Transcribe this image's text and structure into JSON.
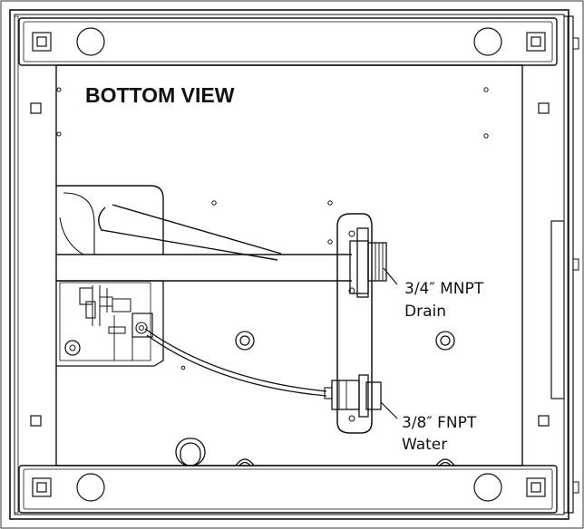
{
  "diagram": {
    "title": "BOTTOM VIEW",
    "drain": {
      "size": "3/4″ MNPT",
      "name": "Drain"
    },
    "water": {
      "size": "3/8″ FNPT",
      "name": "Water"
    }
  },
  "colors": {
    "line": "#111111",
    "background": "#ffffff",
    "panel": "#f4f4f4"
  }
}
